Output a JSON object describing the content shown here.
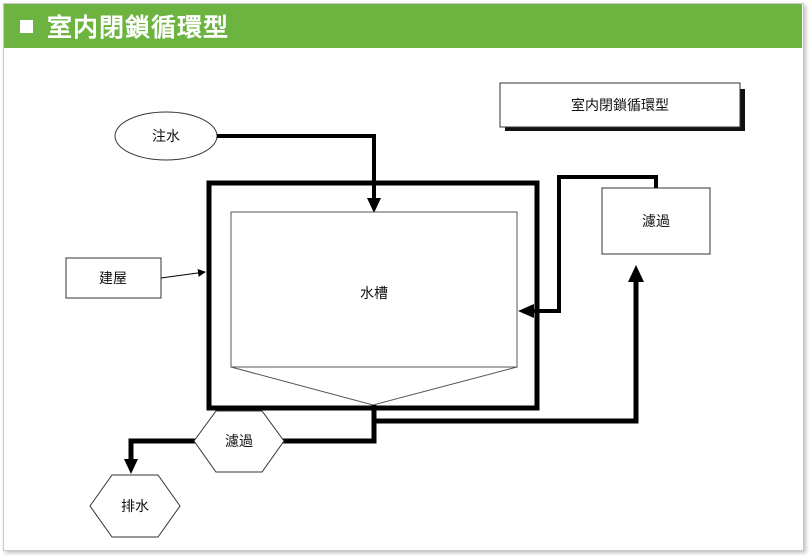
{
  "header": {
    "title": "室内閉鎖循環型"
  },
  "legend_box": {
    "label": "室内閉鎖循環型"
  },
  "nodes": {
    "inflow": "注水",
    "building": "建屋",
    "tank": "水槽",
    "filter_right": "濾過",
    "filter_bottom": "濾過",
    "drain": "排水"
  },
  "colors": {
    "header_bg": "#6cb33f",
    "line": "#000000"
  }
}
